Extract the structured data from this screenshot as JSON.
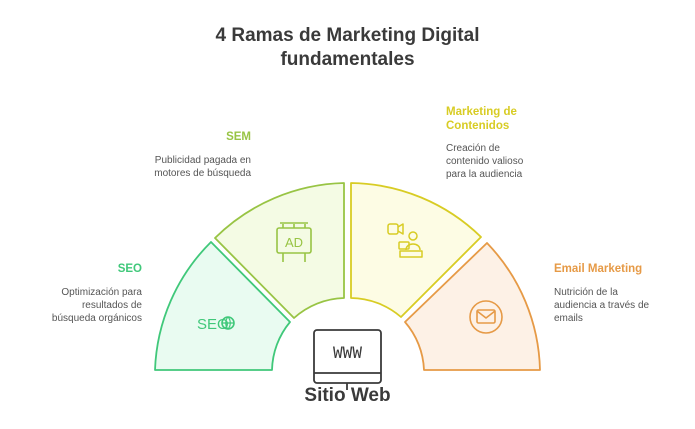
{
  "title_line1": "4 Ramas de Marketing Digital",
  "title_line2": "fundamentales",
  "center": {
    "label": "Sitio Web",
    "icon_text": "WWW"
  },
  "branches": [
    {
      "id": "seo",
      "name": "SEO",
      "description": [
        "Optimización para",
        "resultados de",
        "búsqueda orgánicos"
      ],
      "icon_text": "SEO",
      "color": "#40c87a",
      "fill": "#e9fbf1"
    },
    {
      "id": "sem",
      "name": "SEM",
      "description": [
        "Publicidad pagada en",
        "motores de búsqueda"
      ],
      "icon_text": "AD",
      "color": "#98c444",
      "fill": "#f4fbe4"
    },
    {
      "id": "content",
      "name": [
        "Marketing de",
        "Contenidos"
      ],
      "description": [
        "Creación de",
        "contenido valioso",
        "para la audiencia"
      ],
      "color": "#d8cc24",
      "fill": "#fdfce4"
    },
    {
      "id": "email",
      "name": "Email Marketing",
      "description": [
        "Nutrición de la",
        "audiencia a través de",
        "emails"
      ],
      "color": "#e69a46",
      "fill": "#fdf1e6"
    }
  ]
}
